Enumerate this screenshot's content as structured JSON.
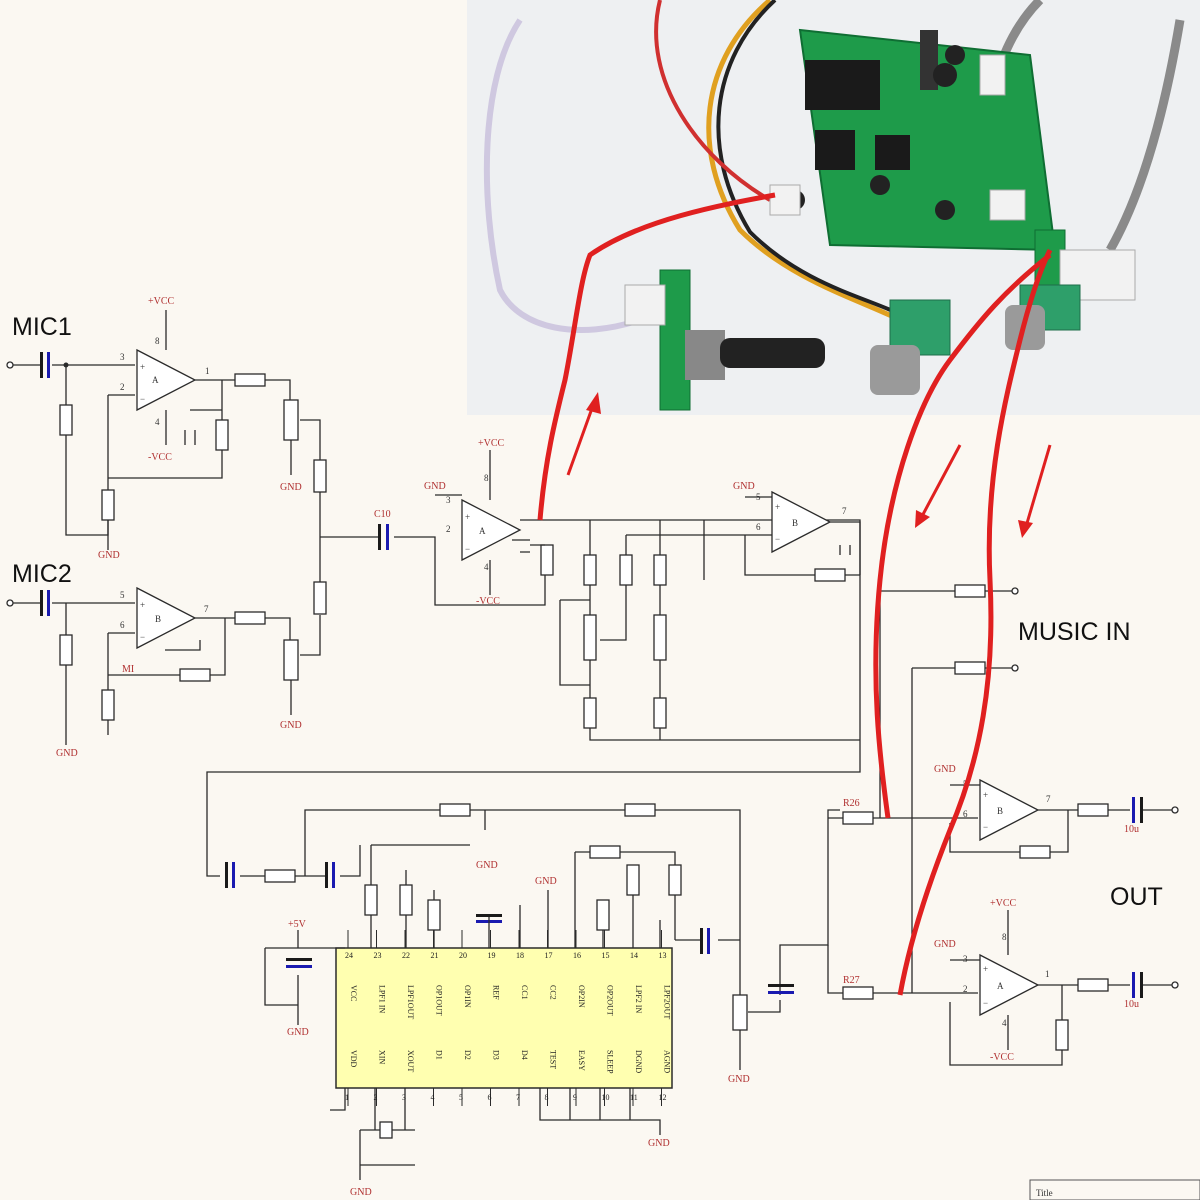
{
  "labels": {
    "mic1": "MIC1",
    "mic2": "MIC2",
    "music_in": "MUSIC IN",
    "out": "OUT",
    "title": "Title"
  },
  "components": {
    "c10": "C10",
    "r26": "R26",
    "r27": "R27",
    "m1": "MI",
    "out_cap_1": "10u",
    "out_cap_2": "10u",
    "supply_5v": "+5V",
    "vcc": "+VCC",
    "neg_vcc": "-VCC",
    "gnd": "GND"
  },
  "opamp_units": [
    "A",
    "B"
  ],
  "ic": {
    "top_pins": [
      {
        "num": "24",
        "name": "VCC"
      },
      {
        "num": "23",
        "name": "LPF1 IN"
      },
      {
        "num": "22",
        "name": "LPF1OUT"
      },
      {
        "num": "21",
        "name": "OP1OUT"
      },
      {
        "num": "20",
        "name": "OP1IN"
      },
      {
        "num": "19",
        "name": "REF"
      },
      {
        "num": "18",
        "name": "CC1"
      },
      {
        "num": "17",
        "name": "CC2"
      },
      {
        "num": "16",
        "name": "OP2IN"
      },
      {
        "num": "15",
        "name": "OP2OUT"
      },
      {
        "num": "14",
        "name": "LPF2 IN"
      },
      {
        "num": "13",
        "name": "LPF2OUT"
      }
    ],
    "bottom_pins": [
      {
        "num": "1",
        "name": "VDD"
      },
      {
        "num": "2",
        "name": "XIN"
      },
      {
        "num": "3",
        "name": "XOUT"
      },
      {
        "num": "4",
        "name": "D1"
      },
      {
        "num": "5",
        "name": "D2"
      },
      {
        "num": "6",
        "name": "D3"
      },
      {
        "num": "7",
        "name": "D4"
      },
      {
        "num": "8",
        "name": "TEST"
      },
      {
        "num": "9",
        "name": "EASY"
      },
      {
        "num": "10",
        "name": "SLEEP"
      },
      {
        "num": "11",
        "name": "DGND"
      },
      {
        "num": "12",
        "name": "AGND"
      }
    ]
  },
  "colors": {
    "wire": "#2b2b2b",
    "annotation_arrow": "#e02020",
    "ic_fill": "#ffffb0",
    "pcb_green": "#1e9b4a",
    "capacitor_plate": "#1a1ab0",
    "power_label": "#b03030"
  }
}
